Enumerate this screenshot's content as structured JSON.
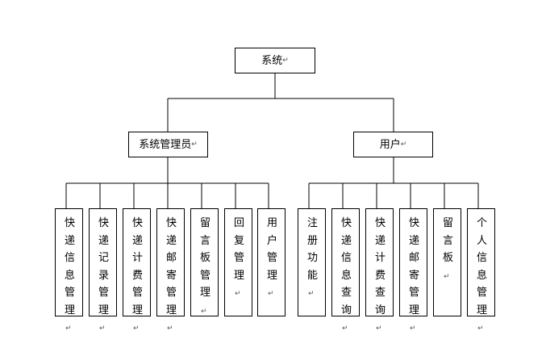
{
  "root": {
    "label": "系统"
  },
  "branches": [
    {
      "label": "系统管理员",
      "children": [
        "快递信息管理",
        "快递记录管理",
        "快递计费管理",
        "快递邮寄管理",
        "留言板管理",
        "回复管理",
        "用户管理"
      ]
    },
    {
      "label": "用户",
      "children": [
        "注册功能",
        "快递信息查询",
        "快递计费查询",
        "快递邮寄管理",
        "留言板",
        "个人信息管理"
      ]
    }
  ],
  "paragraph_mark": "↵"
}
